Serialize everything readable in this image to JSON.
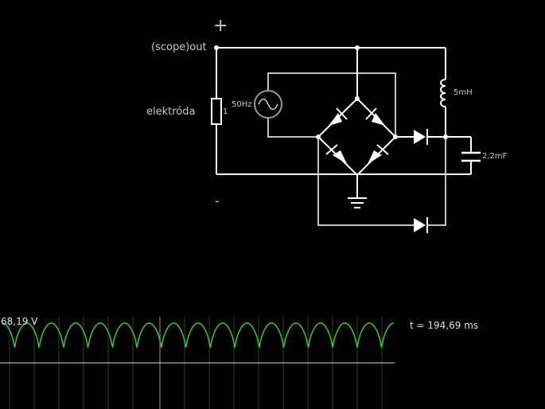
{
  "circuit": {
    "plus": "+",
    "minus": "-",
    "scope_out": "(scope)out",
    "electrode": "elektróda",
    "resistor_value": "1",
    "source_freq": "50Hz",
    "inductor": "5mH",
    "capacitor": "2,2mF"
  },
  "scope": {
    "voltage": "68,19 V",
    "time": "t = 194,69 ms",
    "trace_color": "#33cc33",
    "grid_color": "#3a3a3a",
    "periods": 16
  }
}
